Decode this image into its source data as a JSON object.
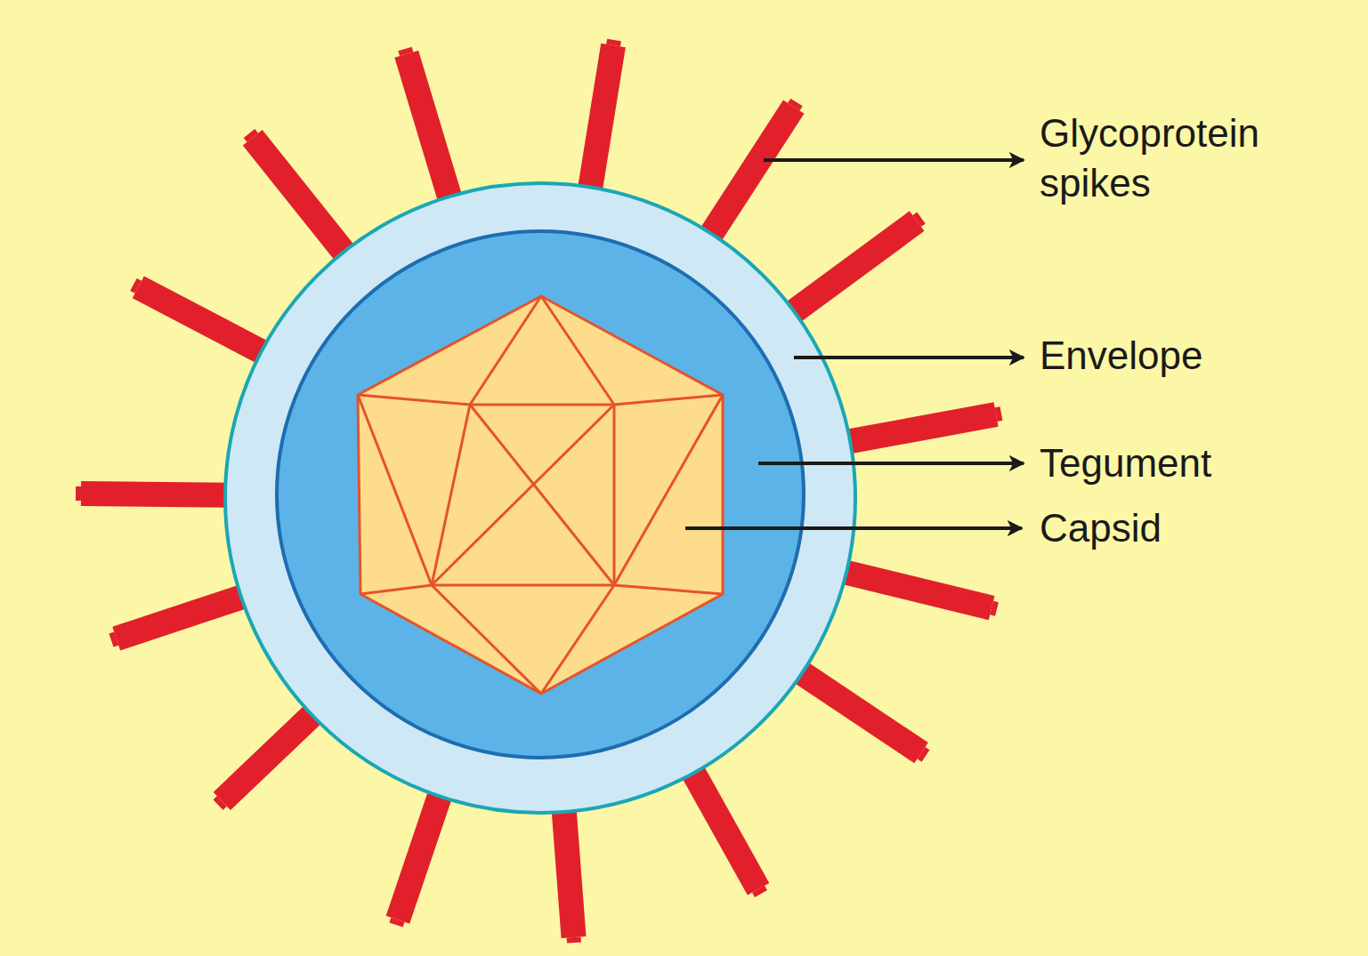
{
  "diagram": {
    "labels": [
      "Glycoprotein spikes",
      "Envelope",
      "Tegument",
      "Capsid"
    ]
  }
}
